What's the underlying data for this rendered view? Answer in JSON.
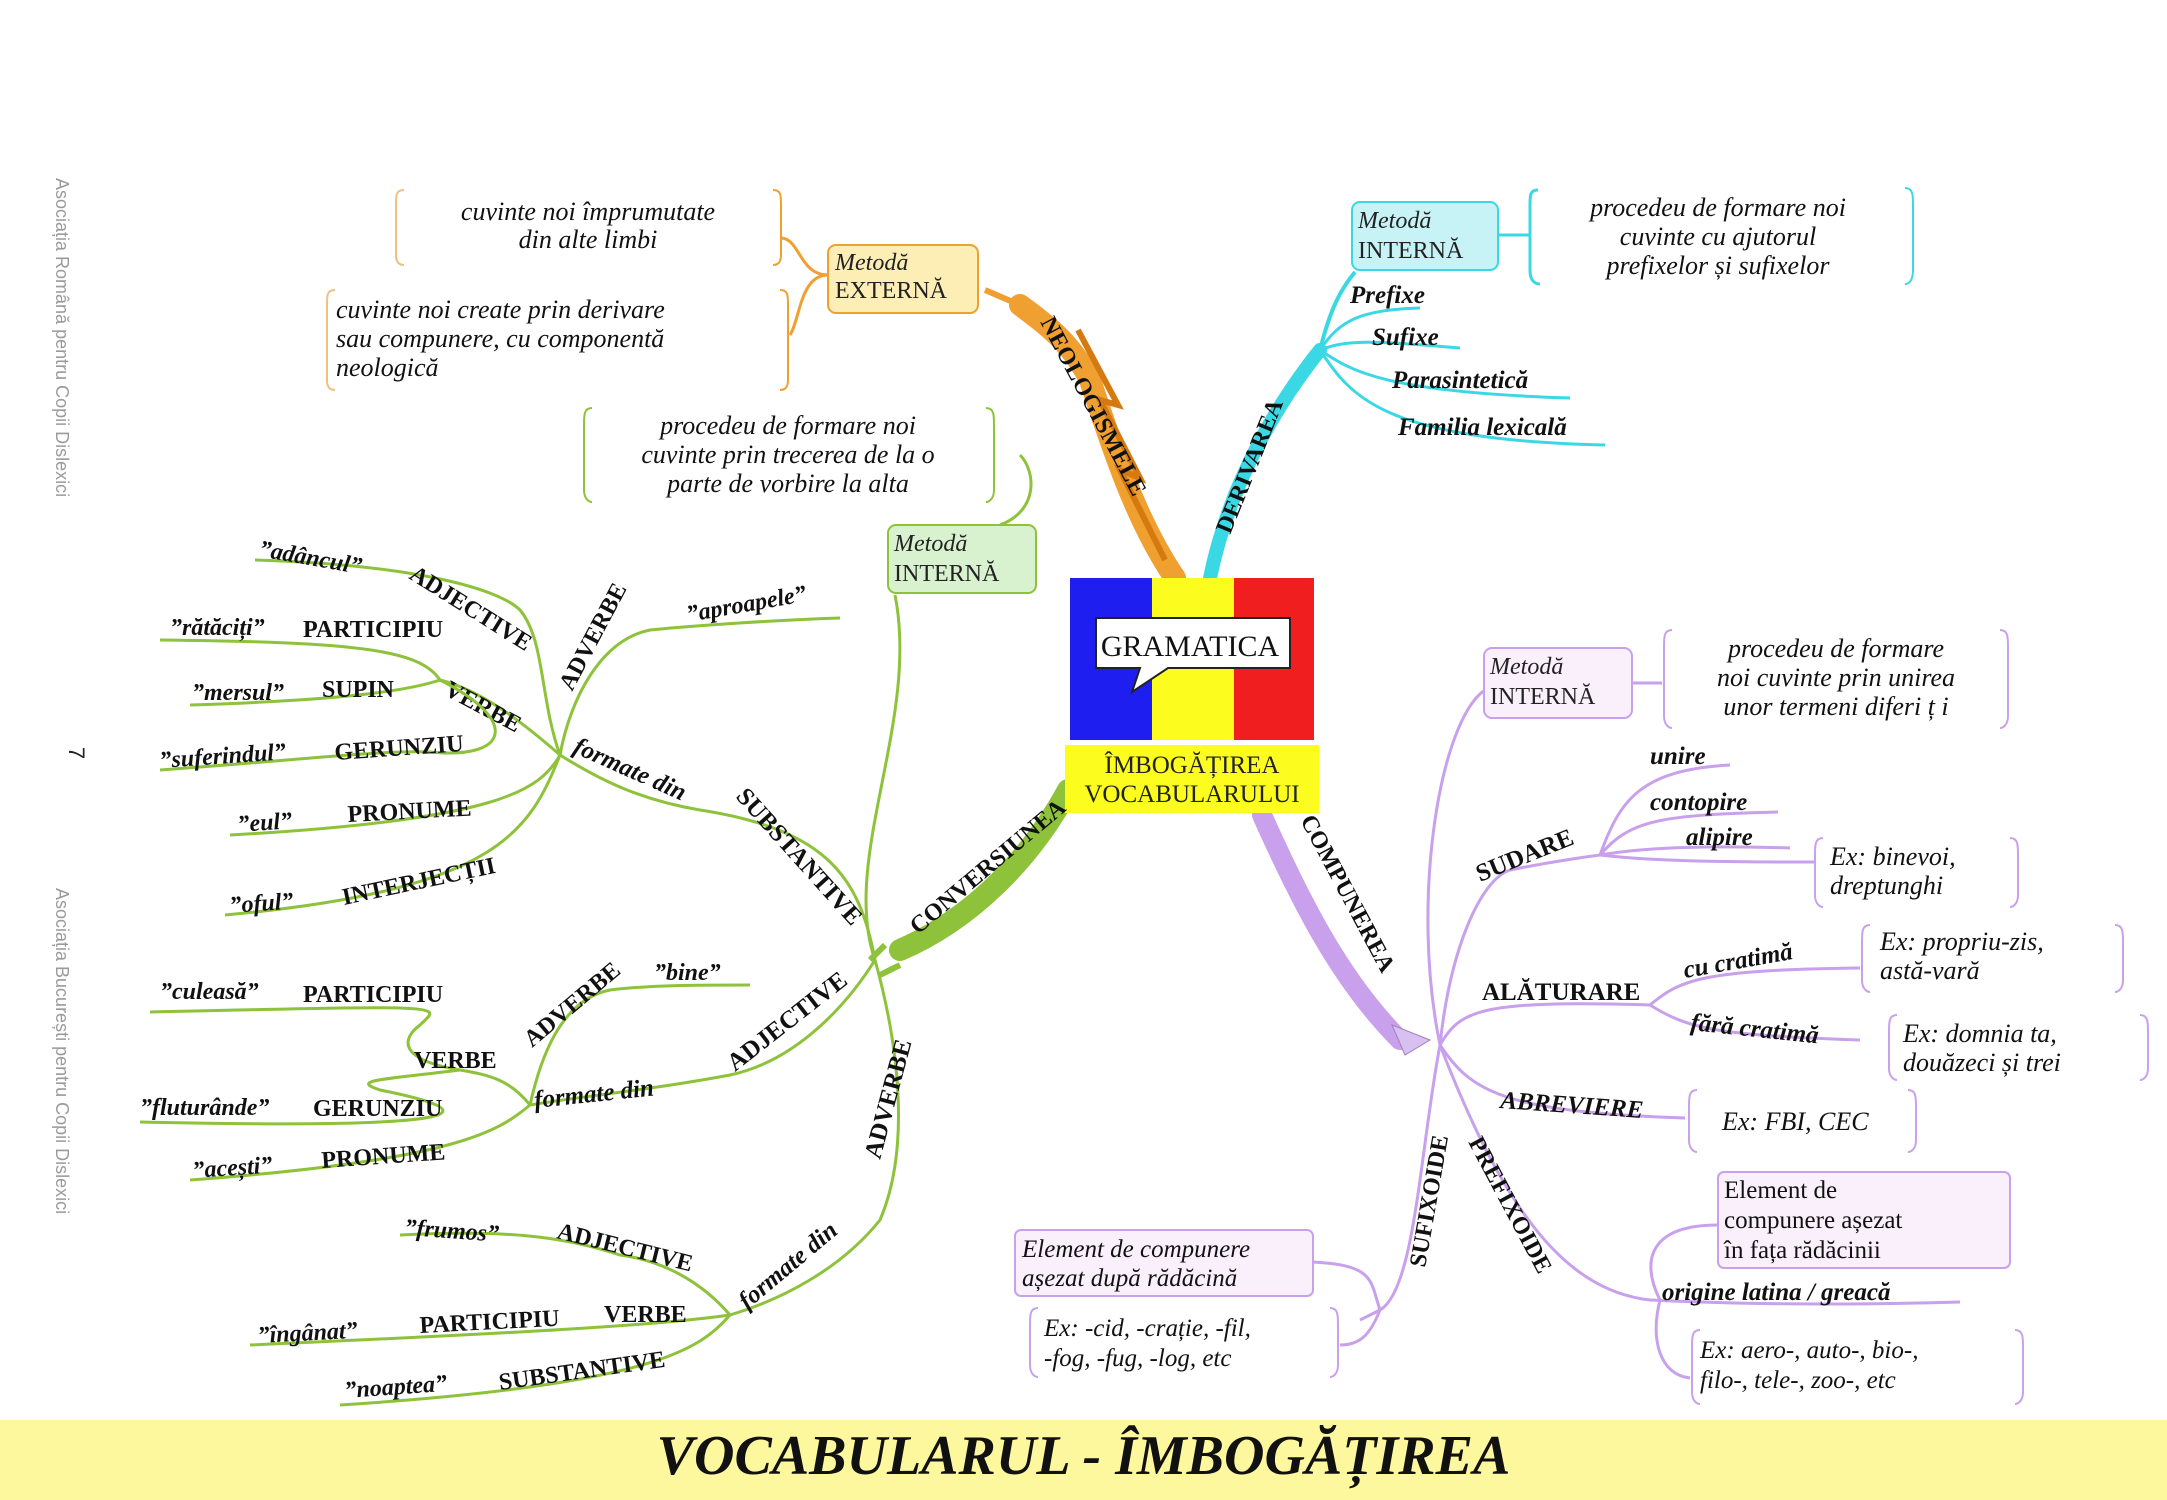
{
  "side": {
    "top": "Asociația Română pentru Copii Dislexici",
    "bottom": "Asociația București pentru Copii Dislexici",
    "page_number": "7"
  },
  "footer_title": "VOCABULARUL - ÎMBOGĂȚIREA",
  "center": {
    "bubble": "GRAMATICA",
    "title_line1": "ÎMBOGĂȚIREA",
    "title_line2": "VOCABULARULUI",
    "flag_colors": [
      "#1e1ef0",
      "#fcfc1e",
      "#f01e1e"
    ]
  },
  "colors": {
    "neologisme": "#f0a030",
    "derivare": "#3ad8e4",
    "conversiune": "#8ec23a",
    "compunere": "#c8a0ec"
  },
  "neologisme": {
    "label": "NEOLOGISMELE",
    "method": [
      "Metodă",
      "EXTERNĂ"
    ],
    "desc1": [
      "cuvinte noi împrumutate",
      "din alte limbi"
    ],
    "desc2": [
      "cuvinte noi create prin derivare",
      "sau compunere, cu componentă",
      "neologică"
    ]
  },
  "derivare": {
    "label": "DERIVAREA",
    "method": [
      "Metodă",
      "INTERNĂ"
    ],
    "desc": [
      "procedeu de formare noi",
      "cuvinte cu ajutorul",
      "prefixelor și sufixelor"
    ],
    "items": [
      "Prefixe",
      "Sufixe",
      "Parasintetică",
      "Familia lexicală"
    ]
  },
  "conversiune": {
    "label": "CONVERSIUNEA",
    "method": [
      "Metodă",
      "INTERNĂ"
    ],
    "desc": [
      "procedeu de formare noi",
      "cuvinte prin trecerea de la o",
      "parte de vorbire la alta"
    ],
    "substantive": "SUBSTANTIVE",
    "adjective_branch": "ADJECTIVE",
    "adverbe_branch": "ADVERBE",
    "formate_din": "formate din",
    "adjective": "ADJECTIVE",
    "verbe": "VERBE",
    "adverbe": "ADVERBE",
    "participiu": "PARTICIPIU",
    "supin": "SUPIN",
    "gerunziu": "GERUNZIU",
    "pronume": "PRONUME",
    "interjectii": "INTERJECȚII",
    "substantiv": "SUBSTANTIVE",
    "ex_adancul": "”adâncul”",
    "ex_aproapele": "”aproapele”",
    "ex_ratacitii": "”rătăciți”",
    "ex_mersul": "”mersul”",
    "ex_suferindul": "”suferindul”",
    "ex_eul": "”eul”",
    "ex_oful": "”oful”",
    "ex_bine": "”bine”",
    "ex_culeasa": "”culeasă”",
    "ex_fluturande": "”fluturânde”",
    "ex_acesti": "”acești”",
    "ex_frumos": "”frumos”",
    "ex_inganat": "”îngânat”",
    "ex_noaptea": "”noaptea”"
  },
  "compunere": {
    "label": "COMPUNEREA",
    "method": [
      "Metodă",
      "INTERNĂ"
    ],
    "desc": [
      "procedeu de formare",
      "noi cuvinte prin unirea",
      "unor termeni diferi ț i"
    ],
    "sudare": "SUDARE",
    "sudare_items": [
      "unire",
      "contopire",
      "alipire"
    ],
    "sudare_ex": [
      "Ex: binevoi,",
      "dreptunghi"
    ],
    "alaturare": "ALĂTURARE",
    "cu_cratima": "cu cratimă",
    "fara_cratima": "fără cratimă",
    "cu_ex": [
      "Ex: propriu-zis,",
      "astă-vară"
    ],
    "fara_ex": [
      "Ex: domnia ta,",
      "douăzeci și trei"
    ],
    "abreviere": "ABREVIERE",
    "abreviere_ex": "Ex: FBI, CEC",
    "sufixoide": "SUFIXOIDE",
    "sufixoide_def": [
      "Element de compunere",
      "așezat după rădăcină"
    ],
    "sufixoide_ex": [
      "Ex: -cid, -crație, -fil,",
      "-fog, -fug, -log, etc"
    ],
    "prefixoide": "PREFIXOIDE",
    "prefixoide_def": [
      "Element de",
      "compunere așezat",
      "în fața rădăcinii"
    ],
    "origine": "origine latina / greacă",
    "prefixoide_ex": [
      "Ex: aero-, auto-, bio-,",
      "filo-, tele-, zoo-, etc"
    ]
  }
}
